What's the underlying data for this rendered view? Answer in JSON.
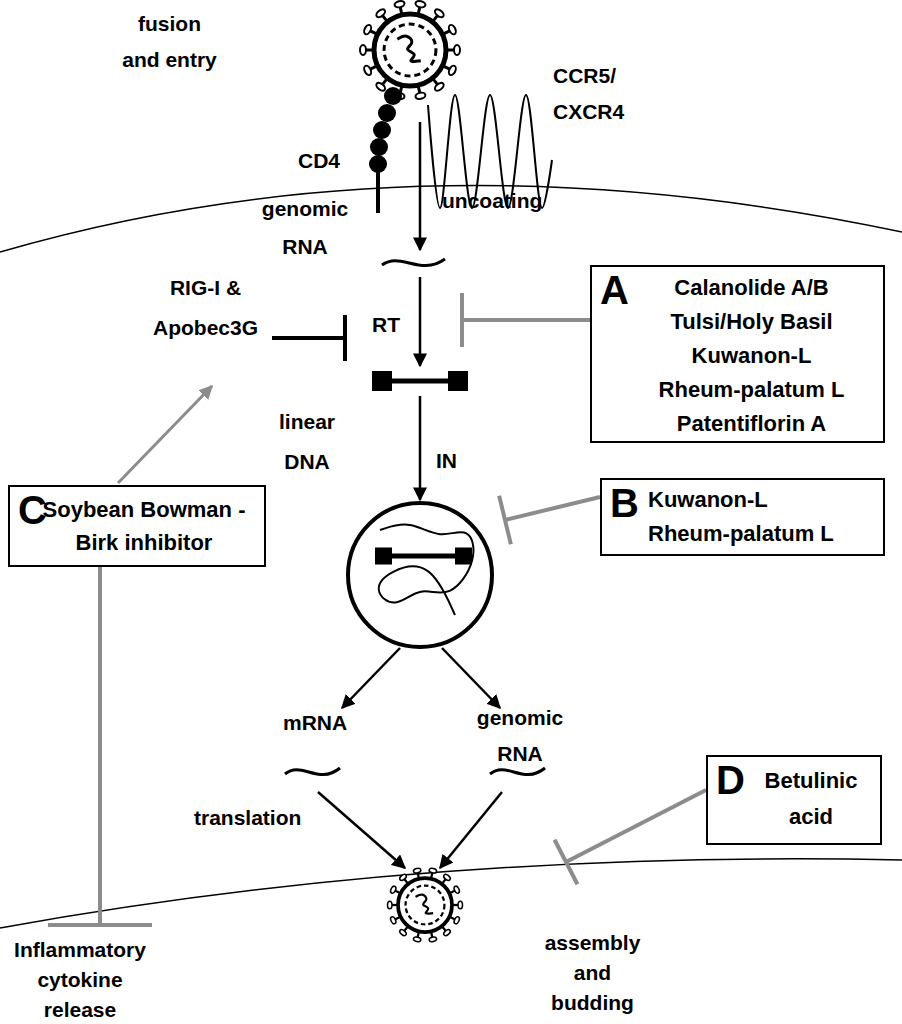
{
  "diagram": {
    "nodes": [
      {
        "text": [
          "A",
          "Calanolide A/B",
          "Tulsi/Holy Basil",
          "Kuwanon-L",
          "Rheum-palatum L",
          "Patentiflorin A"
        ]
      },
      {
        "text": [
          "B",
          "Kuwanon-L",
          "Rheum-palatum L"
        ]
      },
      {
        "text": [
          "C",
          "Soybean Bowman -Birk inhibitor"
        ]
      },
      {
        "text": [
          "D",
          "Betulinic acid"
        ]
      }
    ],
    "labels": [
      "fusion and entry",
      "CCR5/ CXCR4",
      "CD4",
      "uncoating",
      "genomic RNA",
      "RT",
      "RIG-I & Apobec3G",
      "linear DNA",
      "IN",
      "mRNA",
      "genomic RNA",
      "translation",
      "assembly and budding",
      "Inflammatory cytokine release"
    ]
  }
}
